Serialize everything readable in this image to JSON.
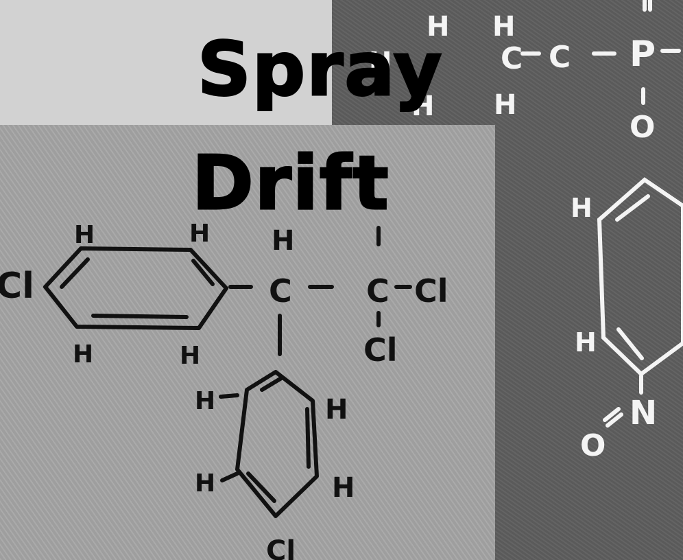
{
  "title": {
    "line1": "Spray",
    "line2": "Drift"
  },
  "molecule_main": {
    "atoms": {
      "cl_left": "Cl",
      "h_ring1_tl": "H",
      "h_ring1_tr": "H",
      "h_ring1_bl": "H",
      "h_ring1_br": "H",
      "h_center": "H",
      "c_center": "C",
      "c_right": "C",
      "cl_right": "Cl",
      "cl_below": "Cl",
      "h_ring2_l1": "H",
      "h_ring2_l2": "H",
      "h_ring2_r1": "H",
      "h_ring2_r2": "H",
      "cl_bottom": "Cl"
    }
  },
  "molecule_right": {
    "atoms": {
      "h1": "H",
      "h2": "H",
      "h3": "H",
      "h4": "H",
      "h5": "H",
      "c1": "C",
      "c2": "C",
      "p": "P",
      "o_below": "O",
      "h_ring_top": "H",
      "h_ring_bottom": "H",
      "n": "N",
      "o_nitro": "O"
    }
  },
  "colors": {
    "top_left_panel": "#d2d2d2",
    "main_panel": "#a6a6a6",
    "right_panel": "#5e5e5e",
    "title": "#000000",
    "ink": "#111111",
    "chalk": "#f4f4f4"
  }
}
